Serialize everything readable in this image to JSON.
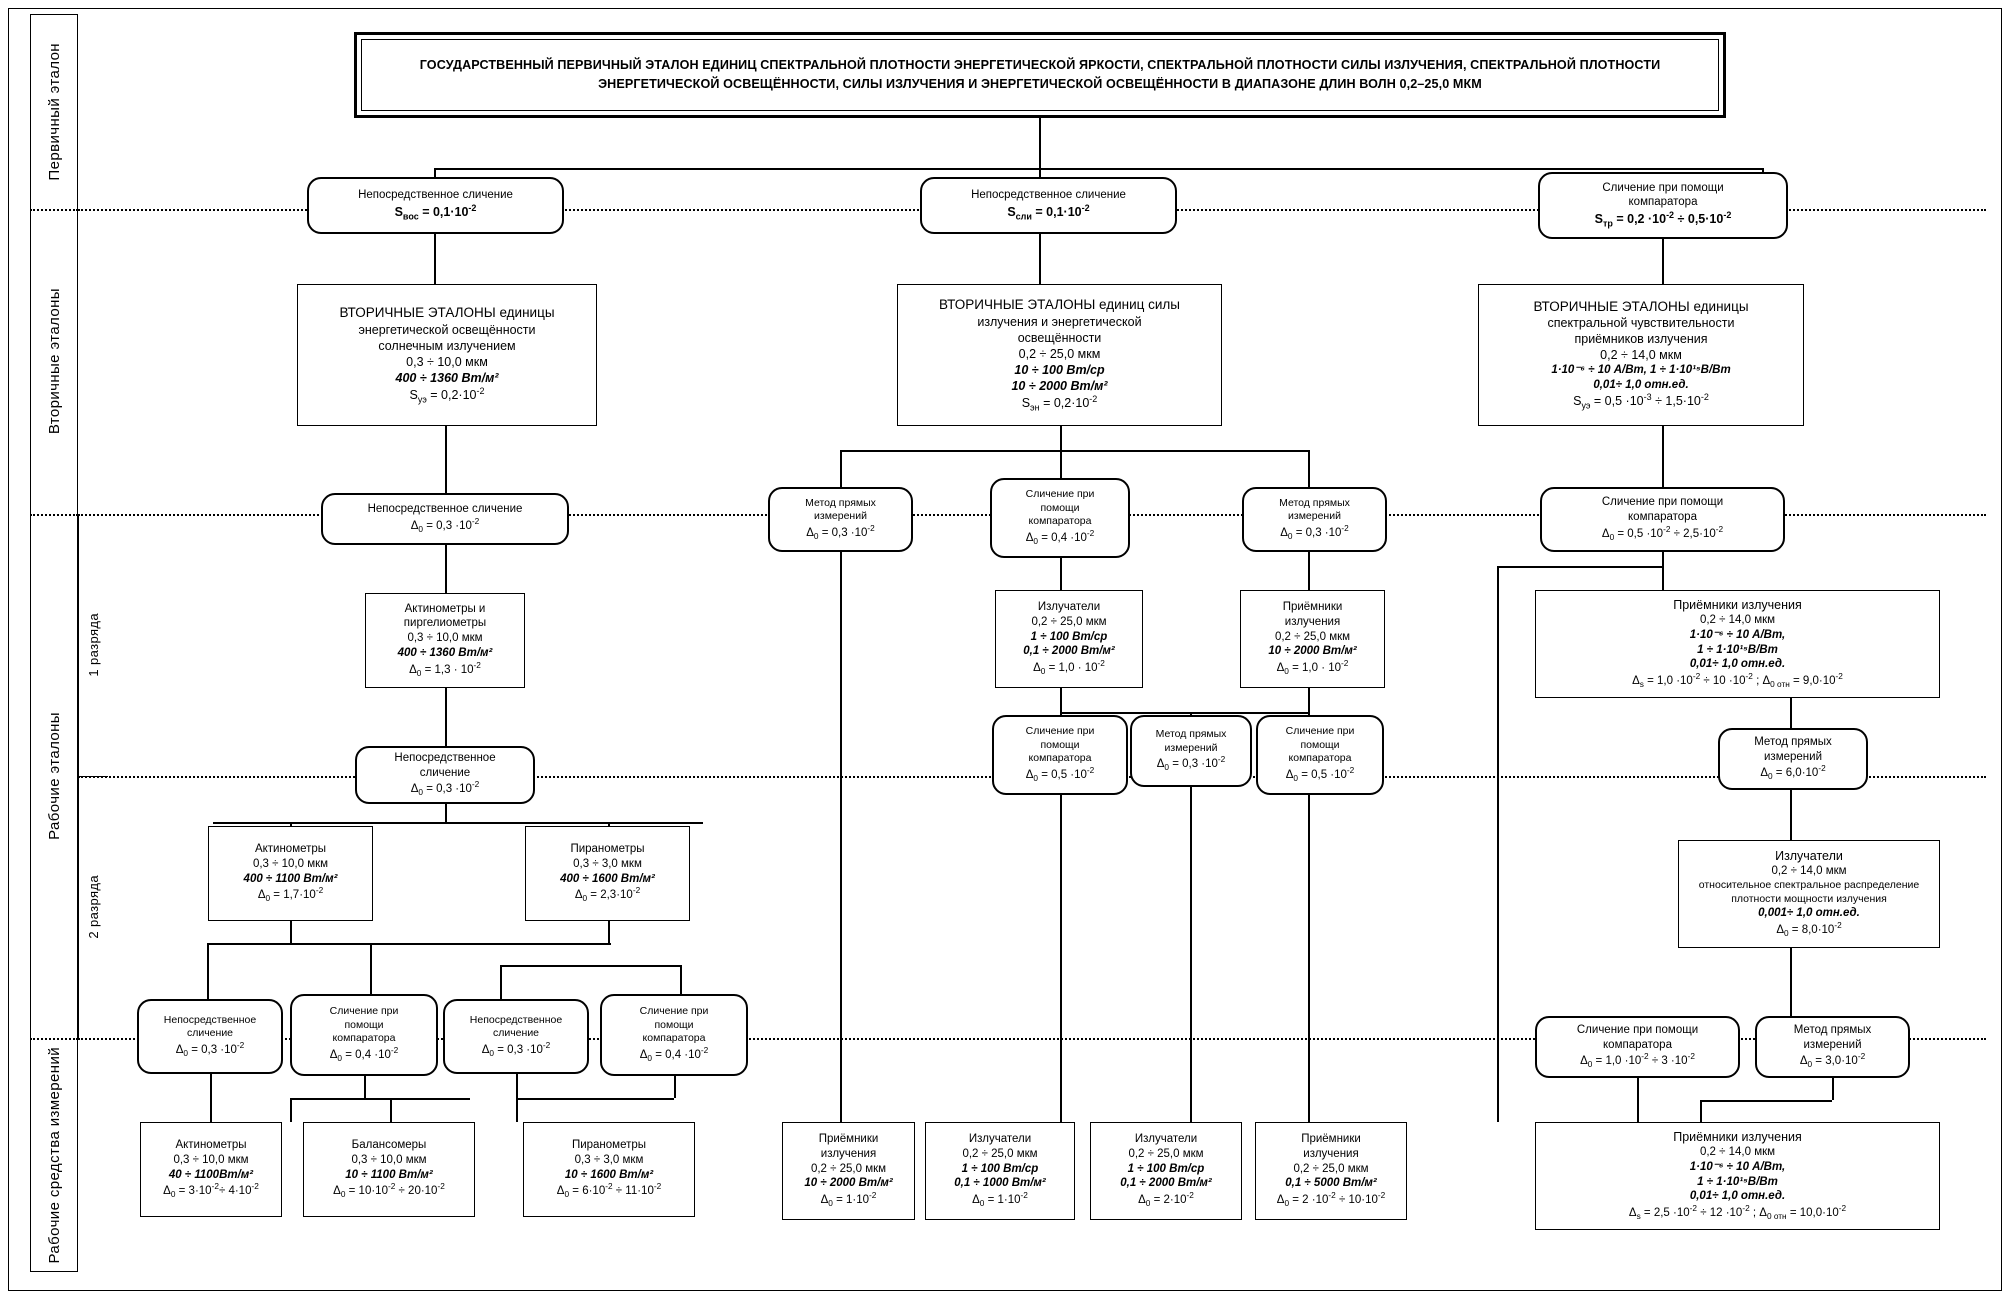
{
  "title": {
    "text": "ГОСУДАРСТВЕННЫЙ ПЕРВИЧНЫЙ ЭТАЛОН ЕДИНИЦ СПЕКТРАЛЬНОЙ ПЛОТНОСТИ ЭНЕРГЕТИЧЕСКОЙ ЯРКОСТИ, СПЕКТРАЛЬНОЙ ПЛОТНОСТИ СИЛЫ ИЗЛУЧЕНИЯ, СПЕКТРАЛЬНОЙ ПЛОТНОСТИ ЭНЕРГЕТИЧЕСКОЙ ОСВЕЩЁННОСТИ, СИЛЫ ИЗЛУЧЕНИЯ И ЭНЕРГЕТИЧЕСКОЙ ОСВЕЩЁННОСТИ В ДИАПАЗОНЕ ДЛИН ВОЛН 0,2–25,0 МКМ"
  },
  "rail": {
    "primary": "Первичный эталон",
    "secondary": "Вторичные эталоны",
    "working_std": "Рабочие эталоны",
    "rank1": "1 разряда",
    "rank2": "2 разряда",
    "working_means": "Рабочие средства измерений"
  },
  "transfer": {
    "t1": {
      "l1": "Непосредственное сличение",
      "l2": "S",
      "sub": "вос",
      "l3": " = 0,1·10",
      "sup": "-2"
    },
    "t2": {
      "l1": "Непосредственное сличение",
      "l2": "S",
      "sub": "сли",
      "l3": " = 0,1·10",
      "sup": "-2"
    },
    "t3": {
      "l1": "Сличение при помощи",
      "l2": "компаратора",
      "l3": "S",
      "sub": "тр",
      "l4": " = 0,2 ·10",
      "sup": "-2",
      "l5": " ÷ 0,5·10",
      "sup2": "-2"
    },
    "t4": {
      "l1": "Непосредственное сличение",
      "l2": "Δ",
      "sub": "0",
      "l3": " = 0,3 ·10",
      "sup": "-2"
    },
    "t5": {
      "l1": "Метод прямых",
      "l2": "измерений",
      "l3": "Δ",
      "sub": "0",
      "l4": " = 0,3 ·10",
      "sup": "-2"
    },
    "t6": {
      "l1": "Сличение при",
      "l2": "помощи",
      "l3": "компаратора",
      "l4": "Δ",
      "sub": "0",
      "l5": " = 0,4 ·10",
      "sup": "-2"
    },
    "t7": {
      "l1": "Метод прямых",
      "l2": "измерений",
      "l3": "Δ",
      "sub": "0",
      "l4": " = 0,3 ·10",
      "sup": "-2"
    },
    "t8": {
      "l1": "Сличение при помощи",
      "l2": "компаратора",
      "l3": "Δ",
      "sub": "0",
      "l4": " = 0,5 ·10",
      "sup": "-2",
      "l5": " ÷ 2,5·10",
      "sup2": "-2"
    },
    "t9": {
      "l1": "Непосредственное",
      "l2": "сличение",
      "l3": "Δ",
      "sub": "0",
      "l4": " = 0,3 ·10",
      "sup": "-2"
    },
    "t10": {
      "l1": "Сличение при",
      "l2": "помощи",
      "l3": "компаратора",
      "l4": "Δ",
      "sub": "0",
      "l5": " = 0,5 ·10",
      "sup": "-2"
    },
    "t11": {
      "l1": "Метод прямых",
      "l2": "измерений",
      "l3": "Δ",
      "sub": "0",
      "l4": " = 0,3 ·10",
      "sup": "-2"
    },
    "t12": {
      "l1": "Сличение при",
      "l2": "помощи",
      "l3": "компаратора",
      "l4": "Δ",
      "sub": "0",
      "l5": " = 0,5 ·10",
      "sup": "-2"
    },
    "t13": {
      "l1": "Метод прямых",
      "l2": "измерений",
      "l3": "Δ",
      "sub": "0",
      "l4": " = 6,0·10",
      "sup": "-2"
    },
    "t14": {
      "l1": "Непосредственное",
      "l2": "сличение",
      "l3": "Δ",
      "sub": "0",
      "l4": " = 0,3 ·10",
      "sup": "-2"
    },
    "t15": {
      "l1": "Сличение при",
      "l2": "помощи",
      "l3": "компаратора",
      "l4": "Δ",
      "sub": "0",
      "l5": " = 0,4 ·10",
      "sup": "-2"
    },
    "t16": {
      "l1": "Непосредственное",
      "l2": "сличение",
      "l3": "Δ",
      "sub": "0",
      "l4": " = 0,3 ·10",
      "sup": "-2"
    },
    "t17": {
      "l1": "Сличение при",
      "l2": "помощи",
      "l3": "компаратора",
      "l4": "Δ",
      "sub": "0",
      "l5": " = 0,4 ·10",
      "sup": "-2"
    },
    "t18": {
      "l1": "Сличение при помощи",
      "l2": "компаратора",
      "l3": "Δ",
      "sub": "0",
      "l4": " = 1,0 ·10",
      "sup": "-2",
      "l5": " ÷ 3 ·10",
      "sup2": "-2"
    },
    "t19": {
      "l1": "Метод прямых",
      "l2": "измерений",
      "l3": "Δ",
      "sub": "0",
      "l4": " = 3,0·10",
      "sup": "-2"
    }
  },
  "secondary": {
    "s1": {
      "title": "ВТОРИЧНЫЕ ЭТАЛОНЫ единицы",
      "l2": "энергетической освещённости",
      "l3": "солнечным излучением",
      "range": "0,3 ÷ 10,0 мкм",
      "val": "400 ÷ 1360 Вт/м²",
      "err": "S",
      "err_sub": "уэ",
      "err_tail": " = 0,2·10",
      "err_sup": "-2"
    },
    "s2": {
      "title": "ВТОРИЧНЫЕ ЭТАЛОНЫ единиц силы",
      "l2": "излучения и энергетической",
      "l3": "освещённости",
      "range": "0,2 ÷ 25,0 мкм",
      "val1": "10 ÷ 100 Вт/ср",
      "val2": "10 ÷ 2000 Вт/м²",
      "err": "S",
      "err_sub": "эн",
      "err_tail": " = 0,2·10",
      "err_sup": "-2"
    },
    "s3": {
      "title": "ВТОРИЧНЫЕ ЭТАЛОНЫ единицы",
      "l2": "спектральной чувствительности",
      "l3": "приёмников излучения",
      "range": "0,2 ÷ 14,0 мкм",
      "val1": "1·10⁻⁶ ÷ 10 А/Вт, 1 ÷ 1·10¹⁵В/Вт",
      "val2": "0,01÷ 1,0 отн.ед.",
      "err": "S",
      "err_sub": "уэ",
      "err_tail": " = 0,5 ·10",
      "err_sup": "-3",
      "err_tail2": " ÷ 1,5·10",
      "err_sup2": "-2"
    }
  },
  "rank1": {
    "r1": {
      "title1": "Актинометры и",
      "title2": "пиргелиометры",
      "range": "0,3 ÷ 10,0 мкм",
      "val": "400 ÷ 1360 Вт/м²",
      "err": "Δ",
      "err_sub": "0",
      "err_tail": " = 1,3 · 10",
      "err_sup": "-2"
    },
    "r2": {
      "title1": "Излучатели",
      "range": "0,2 ÷ 25,0 мкм",
      "val1": "1 ÷ 100 Вт/ср",
      "val2": "0,1 ÷ 2000 Вт/м²",
      "err": "Δ",
      "err_sub": "0",
      "err_tail": " = 1,0 · 10",
      "err_sup": "-2"
    },
    "r3": {
      "title1": "Приёмники",
      "title2": "излучения",
      "range": "0,2 ÷ 25,0 мкм",
      "val1": "10 ÷ 2000 Вт/м²",
      "err": "Δ",
      "err_sub": "0",
      "err_tail": " = 1,0 · 10",
      "err_sup": "-2"
    },
    "r4": {
      "title1": "Приёмники излучения",
      "range": "0,2 ÷ 14,0 мкм",
      "val1": "1·10⁻⁶ ÷ 10 А/Вт,",
      "val2": "1 ÷ 1·10¹⁵В/Вт",
      "val3": "0,01÷ 1,0 отн.ед.",
      "err": "Δ",
      "err_sub": "s",
      "err_tail": " = 1,0 ·10",
      "err_sup": "-2",
      "err_tail2": " ÷ 10 ·10",
      "err_sup2": "-2",
      "err_b": " ; Δ",
      "err_b_sub": "0 отн",
      "err_b_tail": " =   9,0·10",
      "err_b_sup": "-2"
    }
  },
  "rank2": {
    "r1": {
      "title1": "Актинометры",
      "range": "0,3 ÷ 10,0 мкм",
      "val": "400 ÷ 1100 Вт/м²",
      "err": "Δ",
      "err_sub": "0",
      "err_tail": " = 1,7·10",
      "err_sup": "-2"
    },
    "r2": {
      "title1": "Пиранометры",
      "range": "0,3 ÷ 3,0 мкм",
      "val": "400 ÷ 1600 Вт/м²",
      "err": "Δ",
      "err_sub": "0",
      "err_tail": " = 2,3·10",
      "err_sup": "-2"
    },
    "r3": {
      "title1": "Излучатели",
      "range": "0,2 ÷ 14,0 мкм",
      "l3": "относительное спектральное распределение",
      "l4": "плотности мощности излучения",
      "val": "0,001÷ 1,0 отн.ед.",
      "err": "Δ",
      "err_sub": "0",
      "err_tail": " = 8,0·10",
      "err_sup": "-2"
    }
  },
  "working": {
    "w1": {
      "title1": "Актинометры",
      "range": "0,3 ÷ 10,0 мкм",
      "val": "40 ÷ 1100Вт/м²",
      "err": "Δ",
      "err_sub": "0",
      "err_tail": " = 3·10",
      "err_sup": "-2",
      "err_tail2": "÷ 4·10",
      "err_sup2": "-2"
    },
    "w2": {
      "title1": "Балансомеры",
      "range": "0,3 ÷ 10,0 мкм",
      "val": "10 ÷ 1100 Вт/м²",
      "err": "Δ",
      "err_sub": "0",
      "err_tail": " = 10·10",
      "err_sup": "-2",
      "err_tail2": " ÷ 20·10",
      "err_sup2": "-2"
    },
    "w3": {
      "title1": "Пиранометры",
      "range": "0,3 ÷ 3,0 мкм",
      "val": "10 ÷ 1600 Вт/м²",
      "err": "Δ",
      "err_sub": "0",
      "err_tail": " = 6·10",
      "err_sup": "-2",
      "err_tail2": " ÷ 11·10",
      "err_sup2": "-2"
    },
    "w4": {
      "title1": "Приёмники",
      "title2": "излучения",
      "range": "0,2 ÷ 25,0 мкм",
      "val": "10 ÷ 2000 Вт/м²",
      "err": "Δ",
      "err_sub": "0",
      "err_tail": " = 1·10",
      "err_sup": "-2"
    },
    "w5": {
      "title1": "Излучатели",
      "range": "0,2 ÷ 25,0 мкм",
      "val1": "1 ÷ 100 Вт/ср",
      "val2": "0,1 ÷ 1000 Вт/м²",
      "err": "Δ",
      "err_sub": "0",
      "err_tail": " = 1·10",
      "err_sup": "-2"
    },
    "w6": {
      "title1": "Излучатели",
      "range": "0,2 ÷ 25,0 мкм",
      "val1": "1 ÷ 100 Вт/ср",
      "val2": "0,1 ÷ 2000 Вт/м²",
      "err": "Δ",
      "err_sub": "0",
      "err_tail": " = 2·10",
      "err_sup": "-2"
    },
    "w7": {
      "title1": "Приёмники",
      "title2": "излучения",
      "range": "0,2 ÷ 25,0 мкм",
      "val": "0,1 ÷ 5000 Вт/м²",
      "err": "Δ",
      "err_sub": "0",
      "err_tail": " = 2 ·10",
      "err_sup": "-2",
      "err_tail2": " ÷ 10·10",
      "err_sup2": "-2"
    },
    "w8": {
      "title1": "Приёмники излучения",
      "range": "0,2 ÷ 14,0 мкм",
      "val1": "1·10⁻⁶ ÷ 10 А/Вт,",
      "val2": "1 ÷ 1·10¹⁵В/Вт",
      "val3": "0,01÷ 1,0 отн.ед.",
      "err": "Δ",
      "err_sub": "s",
      "err_tail": " = 2,5 ·10",
      "err_sup": "-2",
      "err_tail2": " ÷ 12 ·10",
      "err_sup2": "-2",
      "err_b": " ; Δ",
      "err_b_sub": "0 отн",
      "err_b_tail": " =   10,0·10",
      "err_b_sup": "-2"
    }
  }
}
